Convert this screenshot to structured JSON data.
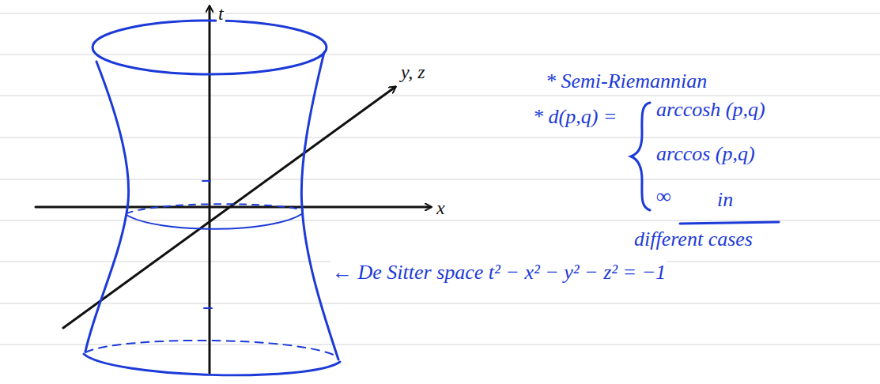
{
  "diagram": {
    "labels": [
      "t",
      "x",
      "y, z",
      "* Semi-Riemannian",
      "* d(p,q) =",
      "arccosh (p,q)",
      "arccos (p,q)",
      "∞",
      "in",
      "different cases",
      "← De Sitter space t² − x² − y² − z² = −1"
    ]
  }
}
